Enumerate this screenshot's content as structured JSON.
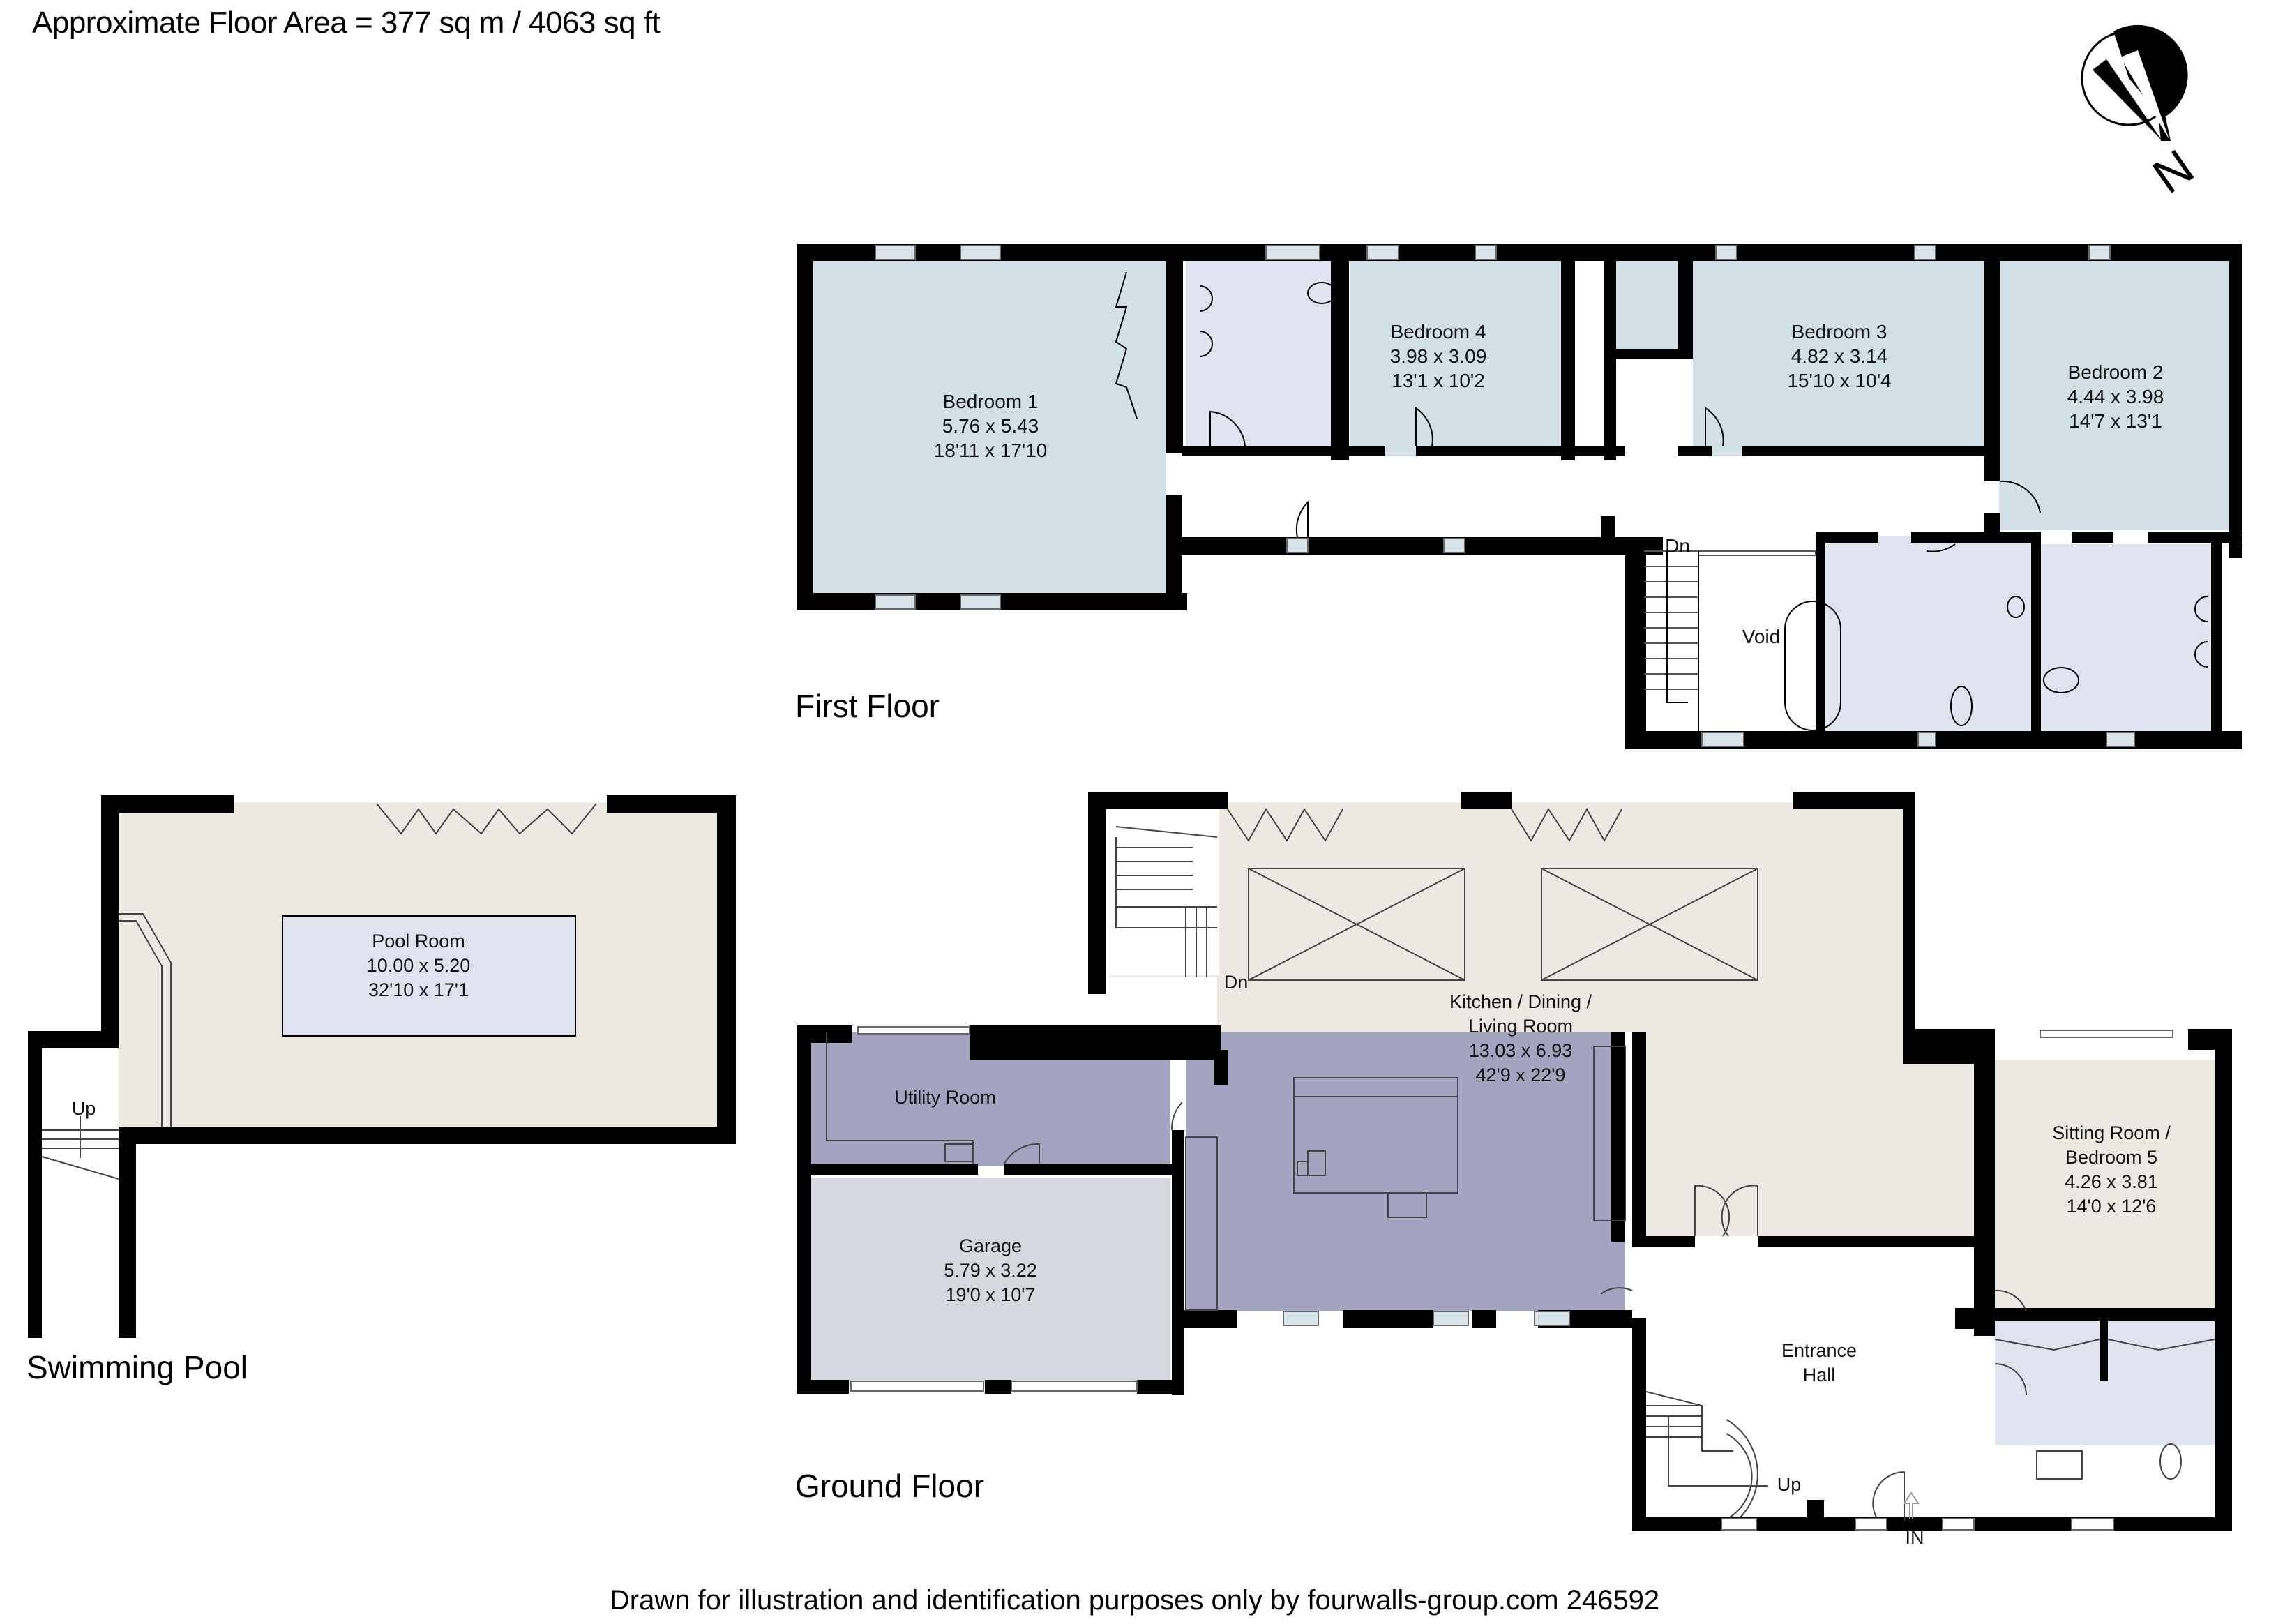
{
  "header": {
    "floor_area": "Approximate Floor Area = 377 sq m / 4063 sq ft"
  },
  "compass": {
    "label": "N"
  },
  "colors": {
    "wall": "#000000",
    "bedroom_fill": "#d1e0e6",
    "bathroom_fill": "#dfe3ef",
    "living_fill": "#ece8e2",
    "kitchen_fill": "#a3a5c0",
    "garage_fill": "#d5d9df",
    "pool_fill": "#dfe3ef",
    "window_fill": "#d8e3ea"
  },
  "floors": {
    "first": {
      "label": "First Floor",
      "rooms": [
        {
          "name": "Bedroom 1",
          "metric": "5.76 x 5.43",
          "imperial": "18'11 x 17'10"
        },
        {
          "name": "Bedroom 4",
          "metric": "3.98 x 3.09",
          "imperial": "13'1 x 10'2"
        },
        {
          "name": "Bedroom 3",
          "metric": "4.82 x 3.14",
          "imperial": "15'10 x 10'4"
        },
        {
          "name": "Bedroom 2",
          "metric": "4.44 x 3.98",
          "imperial": "14'7 x 13'1"
        },
        {
          "name": "Void"
        }
      ],
      "stairs_label": "Dn"
    },
    "ground": {
      "label": "Ground Floor",
      "rooms": [
        {
          "name_line1": "Kitchen / Dining /",
          "name_line2": "Living Room",
          "metric": "13.03 x 6.93",
          "imperial": "42'9 x 22'9"
        },
        {
          "name": "Utility Room"
        },
        {
          "name": "Garage",
          "metric": "5.79 x 3.22",
          "imperial": "19'0 x 10'7"
        },
        {
          "name_line1": "Sitting Room /",
          "name_line2": "Bedroom 5",
          "metric": "4.26 x 3.81",
          "imperial": "14'0 x 12'6"
        },
        {
          "name_line1": "Entrance",
          "name_line2": "Hall"
        }
      ],
      "stairs_down_label": "Dn",
      "stairs_up_label": "Up",
      "entrance_label": "IN"
    },
    "pool": {
      "label": "Swimming Pool",
      "rooms": [
        {
          "name": "Pool Room",
          "metric": "10.00 x 5.20",
          "imperial": "32'10 x 17'1"
        }
      ],
      "stairs_label": "Up"
    }
  },
  "footer": {
    "text": "Drawn for illustration and identification purposes only by fourwalls-group.com 246592"
  }
}
